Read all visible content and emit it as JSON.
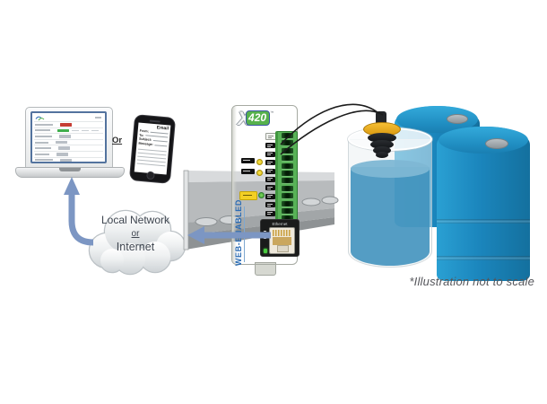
{
  "or_label": "Or",
  "caption": "*Illustration not to scale",
  "cloud": {
    "line1": "Local Network",
    "line2": "or",
    "line3": "Internet"
  },
  "phone": {
    "title": "Email",
    "fields": [
      "From:",
      "To:",
      "Subject:",
      "Message:"
    ],
    "body_line_count": 5
  },
  "laptop": {
    "row_statuses": [
      "#c63d34",
      "#3fae4c",
      "#b9bfc6",
      "#b9bfc6",
      "#b9bfc6",
      "#b9bfc6",
      "#b9bfc6",
      "#b9bfc6"
    ]
  },
  "device": {
    "logo_x": "X",
    "logo_model": "420",
    "trademark": "™",
    "side_label": "WEB-ENABLED",
    "ethernet_label": "Ethernet",
    "terminal_count": 13,
    "io_label_count": 10
  },
  "colors": {
    "arrow": "#7c96c3",
    "wire": "#1c1c1c",
    "barrel_blue": "#1b86bd",
    "terminal_green": "#58b257",
    "logo_green": "#56b14c",
    "web_enabled_blue": "#2b6cb4",
    "status_red": "#c63d34",
    "status_green": "#3fae4c"
  }
}
